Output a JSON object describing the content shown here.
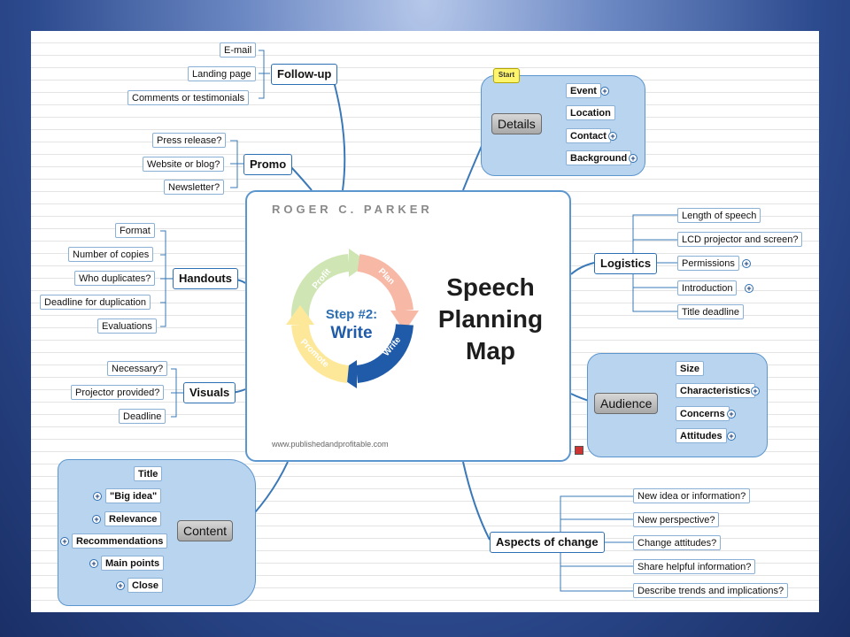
{
  "center": {
    "author": "ROGER C. PARKER",
    "title_lines": [
      "Speech",
      "Planning",
      "Map"
    ],
    "step": "Step #2:",
    "step_name": "Write",
    "cycle": [
      "Plan",
      "Write",
      "Promote",
      "Profit"
    ],
    "website": "www.publishedandprofitable.com",
    "colors": {
      "plan": "#f7b8a6",
      "write": "#1f5ba8",
      "promote": "#fde89a",
      "profit": "#cfe6b4"
    }
  },
  "follow_up": {
    "label": "Follow-up",
    "items": [
      "E-mail",
      "Landing page",
      "Comments or testimonials"
    ]
  },
  "promo": {
    "label": "Promo",
    "items": [
      "Press release?",
      "Website or blog?",
      "Newsletter?"
    ]
  },
  "handouts": {
    "label": "Handouts",
    "items": [
      "Format",
      "Number of copies",
      "Who duplicates?",
      "Deadline for duplication",
      "Evaluations"
    ]
  },
  "visuals": {
    "label": "Visuals",
    "items": [
      "Necessary?",
      "Projector provided?",
      "Deadline"
    ]
  },
  "content": {
    "label": "Content",
    "items": [
      "Title",
      "\"Big idea\"",
      "Relevance",
      "Recommendations",
      "Main points",
      "Close"
    ]
  },
  "details": {
    "label": "Details",
    "start": "Start",
    "items": [
      "Event",
      "Location",
      "Contact",
      "Background"
    ]
  },
  "logistics": {
    "label": "Logistics",
    "items": [
      "Length of speech",
      "LCD projector and screen?",
      "Permissions",
      "Introduction",
      "Title deadline"
    ]
  },
  "audience": {
    "label": "Audience",
    "items": [
      "Size",
      "Characteristics",
      "Concerns",
      "Attitudes"
    ]
  },
  "aspects": {
    "label": "Aspects of change",
    "items": [
      "New idea or information?",
      "New perspective?",
      "Change attitudes?",
      "Share helpful information?",
      "Describe trends and implications?"
    ]
  },
  "accent": "#5c96cf",
  "region_fill": "#b9d4ee"
}
